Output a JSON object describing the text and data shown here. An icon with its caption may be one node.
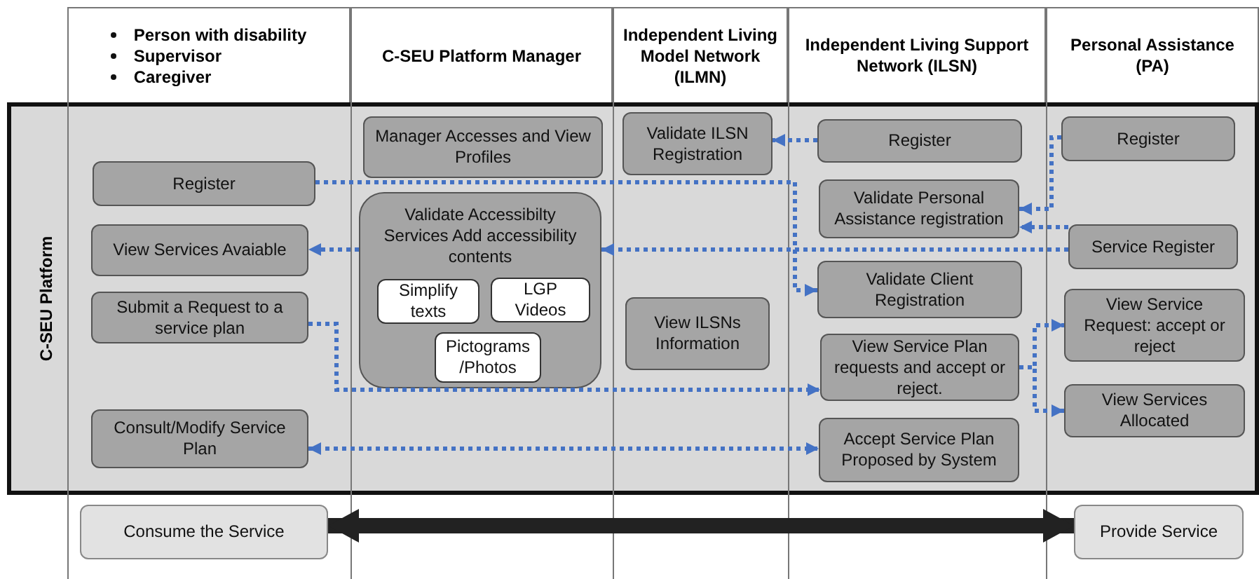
{
  "diagram": {
    "nodes": [
      {
        "text": [
          "Person with disability",
          "Supervisor",
          "Caregiver"
        ]
      },
      {
        "text": [
          "C-SEU Platform Manager"
        ]
      },
      {
        "text": [
          "Independent Living Model Network (ILMN)"
        ]
      },
      {
        "text": [
          "Independent Living Support Network (ILSN)"
        ]
      },
      {
        "text": [
          "Personal Assistance (PA)"
        ]
      },
      {
        "text": [
          "C-SEU Platform"
        ]
      },
      {
        "text": [
          "Manager Accesses and View Profiles"
        ],
        "in": 5
      },
      {
        "text": [
          "Validate ILSN Registration"
        ],
        "in": 5
      },
      {
        "text": [
          "Register"
        ],
        "in": 5
      },
      {
        "text": [
          "Register"
        ],
        "in": 5
      },
      {
        "text": [
          "Register"
        ],
        "in": 5
      },
      {
        "text": [
          "Validate Personal Assistance registration"
        ],
        "in": 5
      },
      {
        "text": [
          "Validate Accessibilty Services Add accessibility contents"
        ],
        "in": 5
      },
      {
        "text": [
          "Simplify texts"
        ],
        "in": 12
      },
      {
        "text": [
          "LGP Videos"
        ],
        "in": 12
      },
      {
        "text": [
          "Pictograms /Photos"
        ],
        "in": 12
      },
      {
        "text": [
          "View Services Avaiable"
        ],
        "in": 5
      },
      {
        "text": [
          "Service Register"
        ],
        "in": 5
      },
      {
        "text": [
          "Validate Client Registration"
        ],
        "in": 5
      },
      {
        "text": [
          "Submit a Request to a service plan"
        ],
        "in": 5
      },
      {
        "text": [
          "View ILSNs Information"
        ],
        "in": 5
      },
      {
        "text": [
          "View Service Request: accept or reject"
        ],
        "in": 5
      },
      {
        "text": [
          "View Service Plan requests and accept or reject."
        ],
        "in": 5
      },
      {
        "text": [
          "View Services Allocated"
        ],
        "in": 5
      },
      {
        "text": [
          "Consult/Modify Service Plan"
        ],
        "in": 5
      },
      {
        "text": [
          "Accept Service Plan Proposed by System"
        ],
        "in": 5
      },
      {
        "text": [
          "Consume the Service"
        ]
      },
      {
        "text": [
          "Provide Service"
        ]
      }
    ],
    "edges": [
      {
        "from": 10,
        "to": 18,
        "arrow": "to",
        "style": "dashed"
      },
      {
        "from": 17,
        "to": 12,
        "arrow": "to",
        "style": "dashed"
      },
      {
        "from": 12,
        "to": 16,
        "arrow": "to",
        "style": "dashed"
      },
      {
        "from": 8,
        "to": 7,
        "arrow": "to",
        "style": "dashed"
      },
      {
        "from": 9,
        "to": 11,
        "arrow": "to",
        "style": "dashed"
      },
      {
        "from": 17,
        "to": 11,
        "arrow": "to",
        "style": "dashed"
      },
      {
        "from": 19,
        "to": 22,
        "arrow": "to",
        "style": "dashed"
      },
      {
        "from": 22,
        "to": 21,
        "arrow": "to",
        "style": "dashed"
      },
      {
        "from": 22,
        "to": 23,
        "arrow": "to",
        "style": "dashed"
      },
      {
        "from": 24,
        "to": 25,
        "arrow": "both",
        "style": "dashed"
      },
      {
        "from": 26,
        "to": 27,
        "arrow": "both",
        "style": "thick",
        "color": "#222222"
      }
    ]
  }
}
